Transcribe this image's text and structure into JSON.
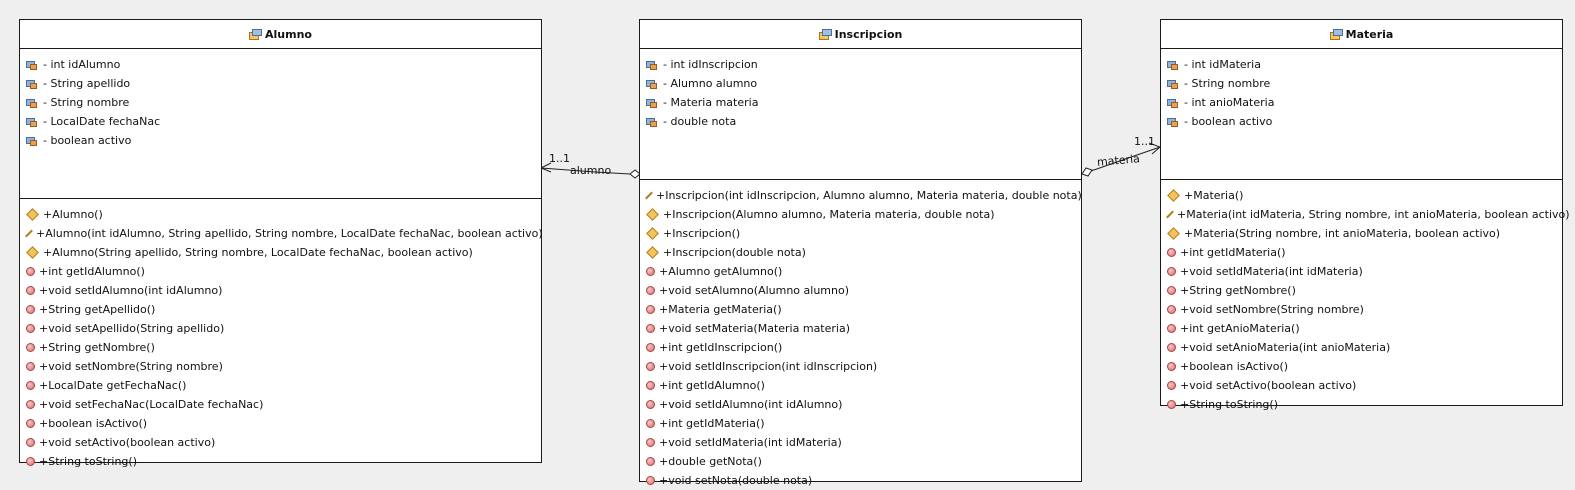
{
  "classes": {
    "alumno": {
      "name": "Alumno",
      "fields": [
        "- int idAlumno",
        "- String apellido",
        "- String nombre",
        "- LocalDate fechaNac",
        "- boolean activo"
      ],
      "constructors": [
        "+Alumno()",
        "+Alumno(int idAlumno, String apellido, String nombre, LocalDate fechaNac, boolean activo)",
        "+Alumno(String apellido, String nombre, LocalDate fechaNac, boolean activo)"
      ],
      "methods": [
        "+int getIdAlumno()",
        "+void setIdAlumno(int idAlumno)",
        "+String getApellido()",
        "+void setApellido(String apellido)",
        "+String getNombre()",
        "+void setNombre(String nombre)",
        "+LocalDate getFechaNac()",
        "+void setFechaNac(LocalDate fechaNac)",
        "+boolean isActivo()",
        "+void setActivo(boolean activo)",
        "+String toString()"
      ]
    },
    "inscripcion": {
      "name": "Inscripcion",
      "fields": [
        "- int idInscripcion",
        "- Alumno alumno",
        "- Materia materia",
        "- double nota"
      ],
      "constructors": [
        "+Inscripcion(int idInscripcion, Alumno alumno, Materia materia, double nota)",
        "+Inscripcion(Alumno alumno, Materia materia, double nota)",
        "+Inscripcion()",
        "+Inscripcion(double nota)"
      ],
      "methods": [
        "+Alumno getAlumno()",
        "+void setAlumno(Alumno alumno)",
        "+Materia getMateria()",
        "+void setMateria(Materia materia)",
        "+int getIdInscripcion()",
        "+void setIdInscripcion(int idInscripcion)",
        "+int getIdAlumno()",
        "+void setIdAlumno(int idAlumno)",
        "+int getIdMateria()",
        "+void setIdMateria(int idMateria)",
        "+double getNota()",
        "+void setNota(double nota)"
      ]
    },
    "materia": {
      "name": "Materia",
      "fields": [
        "- int idMateria",
        "- String nombre",
        "- int anioMateria",
        "- boolean activo"
      ],
      "constructors": [
        "+Materia()",
        "+Materia(int idMateria, String nombre, int anioMateria, boolean activo)",
        "+Materia(String nombre, int anioMateria, boolean activo)"
      ],
      "methods": [
        "+int getIdMateria()",
        "+void setIdMateria(int idMateria)",
        "+String getNombre()",
        "+void setNombre(String nombre)",
        "+int getAnioMateria()",
        "+void setAnioMateria(int anioMateria)",
        "+boolean isActivo()",
        "+void setActivo(boolean activo)",
        "+String toString()"
      ]
    }
  },
  "associations": {
    "alumno": {
      "multiplicity": "1..1",
      "role": "alumno"
    },
    "materia": {
      "multiplicity": "1..1",
      "role": "materia"
    }
  },
  "icons": {
    "class": "class-icon",
    "field": "field-icon",
    "constructor": "constructor-icon",
    "method": "method-icon"
  }
}
